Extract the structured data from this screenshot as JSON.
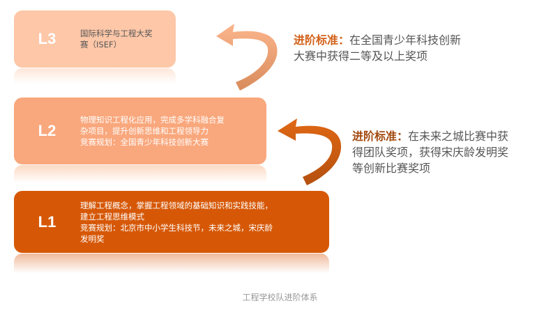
{
  "levels": [
    {
      "id": "L3",
      "label": "L3",
      "description_lines": [
        "国际科学与工程大奖",
        "赛（ISEF）"
      ],
      "color": "#fdc7a8"
    },
    {
      "id": "L2",
      "label": "L2",
      "description_lines": [
        "物理知识工程化应用，完成多学科融合复",
        "杂项目，提升创新思维和工程领导力",
        "竞赛规划：全国青少年科技创新大赛"
      ],
      "color": "#f9a77c"
    },
    {
      "id": "L1",
      "label": "L1",
      "description_lines": [
        "理解工程概念，掌握工程领域的基础知识和实践技能，",
        "建立工程思维模式",
        "竞赛规划：北京市中小学生科技节，未来之城，宋庆龄",
        "发明奖"
      ],
      "color": "#d65807"
    }
  ],
  "criteria": [
    {
      "from": "L2",
      "to": "L3",
      "label": "进阶标准：",
      "text_lines": [
        "在全国青少年科技创新",
        "大赛中获得二等及以上奖项"
      ],
      "label_color": "#d26118"
    },
    {
      "from": "L1",
      "to": "L2",
      "label": "进阶标准：",
      "text_lines": [
        "在未来之城比赛中获",
        "得团队奖项，获得宋庆龄发明奖",
        "等创新比赛奖项"
      ],
      "label_color": "#a34a10"
    }
  ],
  "caption": "工程学校队进阶体系"
}
